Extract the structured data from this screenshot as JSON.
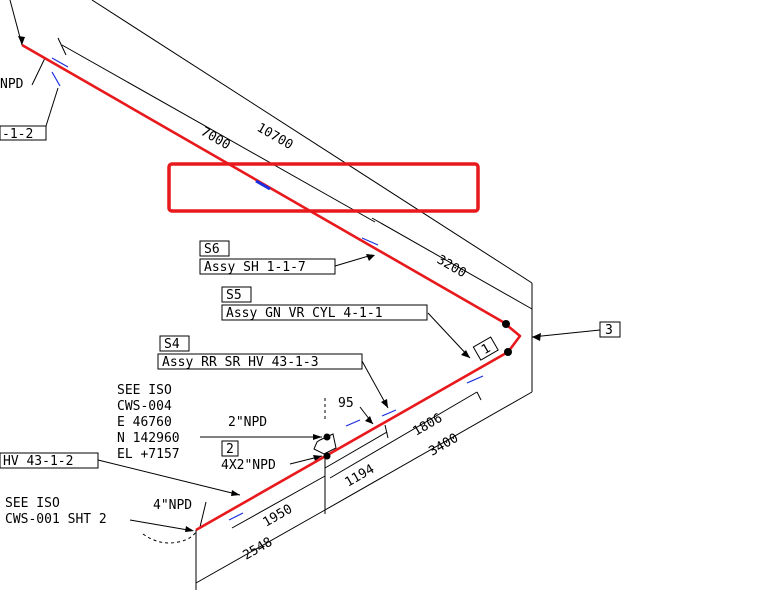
{
  "labels": {
    "npd_top_left": "NPD",
    "ref_top_left": "-1-2",
    "dim_7000": "7000",
    "dim_10700": "10700",
    "dim_3200": "3200",
    "tag_s6": "S6",
    "assy_s6": "Assy SH 1-1-7",
    "tag_s5": "S5",
    "assy_s5": "Assy GN VR CYL 4-1-1",
    "callout_3": "3",
    "weld_1": "1",
    "tag_s4": "S4",
    "assy_s4": "Assy RR SR HV 43-1-3",
    "see_iso_1": "SEE ISO",
    "cws_004": "CWS-004",
    "coord_e": "E 46760",
    "coord_n": "N 142960",
    "coord_el": "EL +7157",
    "npd_2": "2\"NPD",
    "callout_2": "2",
    "npd_4x2": "4X2\"NPD",
    "dim_95": "95",
    "dim_1806": "1806",
    "dim_1194": "1194",
    "dim_3400": "3400",
    "dim_1950": "1950",
    "dim_2548": "2548",
    "ref_hv": "HV 43-1-2",
    "see_iso_2": "SEE ISO",
    "cws_001": "CWS-001 SHT 2",
    "npd_4": "4\"NPD"
  },
  "colors": {
    "pipe": "#e8191c",
    "highlight_box": "#e8191c",
    "lines": "#000000",
    "marker_blue": "#1a2ee0"
  }
}
